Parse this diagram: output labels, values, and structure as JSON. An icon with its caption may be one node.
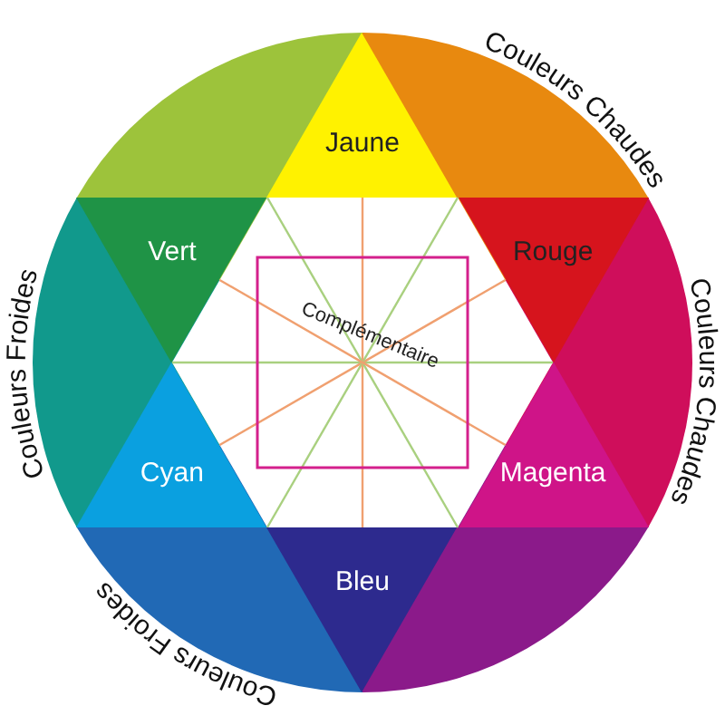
{
  "diagram": {
    "nodes": [
      {
        "text": [
          "Jaune"
        ]
      },
      {
        "text": [
          "Vert"
        ]
      },
      {
        "text": [
          "Rouge"
        ]
      },
      {
        "text": [
          "Cyan"
        ]
      },
      {
        "text": [
          "Magenta"
        ]
      },
      {
        "text": [
          "Bleu"
        ]
      }
    ],
    "labels": [
      "Couleurs Chaudes",
      "Couleurs Froides",
      "Couleurs Chaudes",
      "Complémentaire",
      "Couleurs Froides"
    ]
  }
}
